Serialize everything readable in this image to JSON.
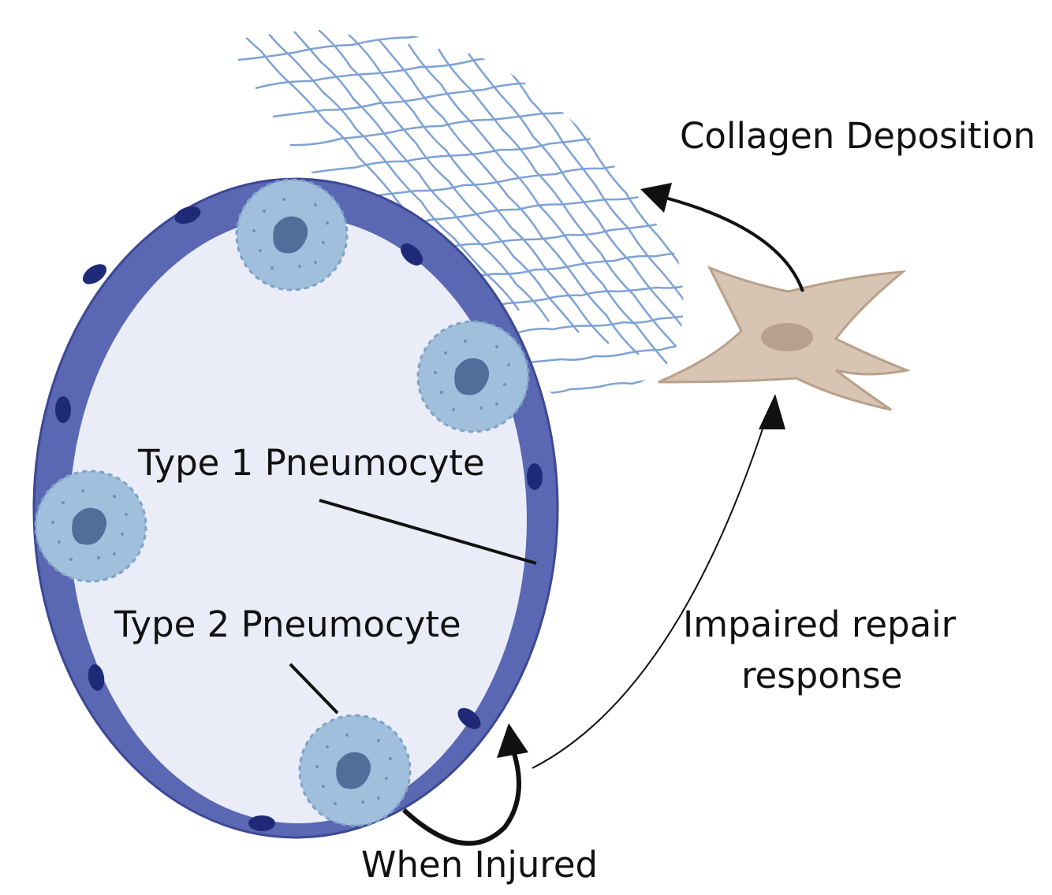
{
  "labels": {
    "collagen_deposition": "Collagen Deposition",
    "type1": "Type 1 Pneumocyte",
    "type2": "Type 2 Pneumocyte",
    "impaired_line1": "Impaired repair",
    "impaired_line2": "response",
    "when_injured": "When Injured"
  },
  "colors": {
    "alveolar_wall": "#5a67b3",
    "wall_outline": "#3c4894",
    "alveolar_space": "#eaedf8",
    "type1_nucleus": "#1e2a78",
    "type2_cell": "#9fbfdc",
    "type2_outline": "#7fa2c6",
    "type2_nucleus": "#4f6e9a",
    "collagen_mesh": "#7ea2d6",
    "fibroblast": "#d8c4b3",
    "fibroblast_outline": "#b9a08a",
    "fibroblast_nucleus": "#b8a08e",
    "arrow": "#111111"
  },
  "icons": {
    "type2_cell": "alveolar-macrophage-like-cell",
    "fibroblast": "fibroblast-cell",
    "collagen": "collagen-mesh"
  }
}
